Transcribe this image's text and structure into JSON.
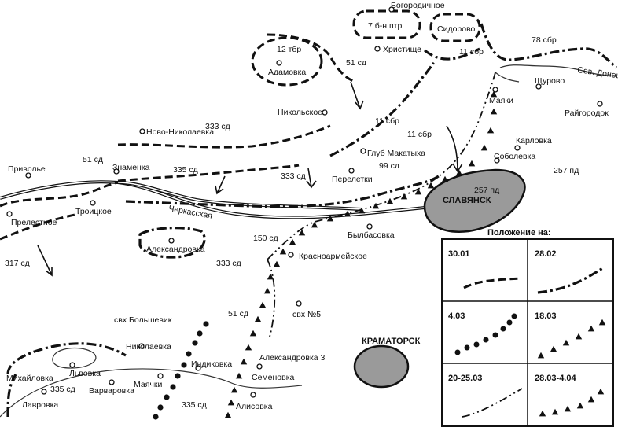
{
  "legend": {
    "title": "Положение на:",
    "dates": [
      "30.01",
      "28.02",
      "4.03",
      "18.03",
      "20-25.03",
      "28.03-4.04"
    ]
  },
  "cities": {
    "slavyansk": "СЛАВЯНСК",
    "kramatorsk": "КРАМАТОРСК"
  },
  "places": {
    "bogorodichnoe": "Богородичное",
    "sidorovo": "Сидорово",
    "khristishche": "Христище",
    "adamovka": "Адамовка",
    "nikolskoe": "Никольское",
    "mayaki": "Маяки",
    "shchurovo": "Щурово",
    "raygorodok": "Райгородок",
    "karlovka": "Карловка",
    "sobolevka": "Соболевка",
    "glub_makatykha": "Глуб Макатыха",
    "novo_nikolaevka": "Ново-Николаевка",
    "znamenka": "Знаменка",
    "privolye": "Приволье",
    "pereletki": "Перелетки",
    "troitskoe": "Троицкое",
    "prelestnoe": "Прелестное",
    "bylbasovka": "Былбасовка",
    "aleksandrovka": "Александровка",
    "krasnoarmeyskoe": "Красноармейское",
    "svkh_bolshevik": "свх Большевик",
    "svkh_5": "свх №5",
    "nikolaevka": "Николаевка",
    "mikhaylovka": "Михайловка",
    "lvovka": "Львовка",
    "varvarovka": "Варваровка",
    "mayachki": "Маячки",
    "indikovka": "Индиковка",
    "aleksandrovka_3": "Александровка 3",
    "semenovka": "Семеновка",
    "lavrovka": "Лавровка",
    "alisovka": "Алисовка"
  },
  "rail_label": "Черкасская",
  "river_label": "Сев. Донец",
  "units": {
    "u7bn": "7 б-н птр",
    "u12tbr": "12 тбр",
    "u51sd_top": "51 сд",
    "u11sbr_top": "11 сбр",
    "u78sbr": "78 сбр",
    "u333sd_top": "333 сд",
    "u11sbr_a": "11 сбр",
    "u11sbr_b": "11 сбр",
    "u51sd_left": "51 сд",
    "u335sd_mid": "335 сд",
    "u333sd_mid": "333 сд",
    "u99sd": "99 сд",
    "u257pd_east": "257 пд",
    "u257pd_city": "257 пд",
    "u150sd": "150 сд",
    "u333sd_low": "333 сд",
    "u317sd": "317 сд",
    "u51sd_low": "51 сд",
    "u335sd_sw": "335 сд",
    "u335sd_bottom": "335 сд"
  }
}
